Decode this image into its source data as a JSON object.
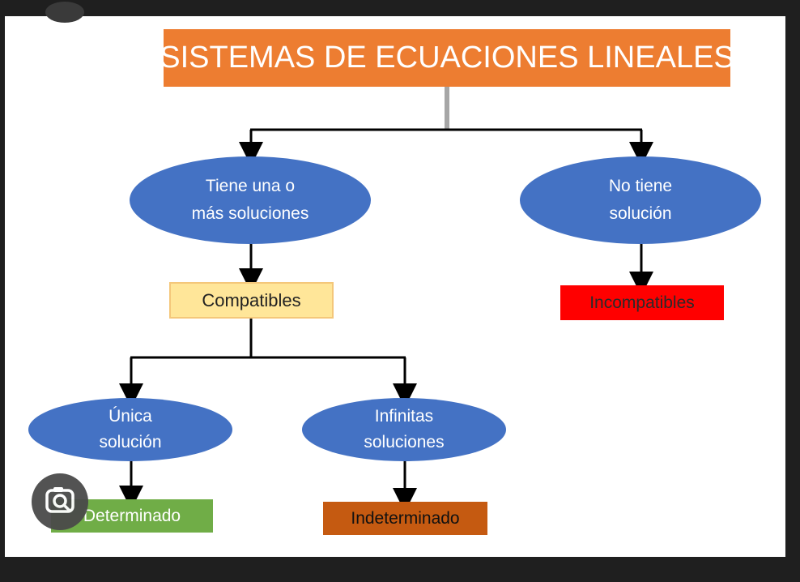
{
  "diagram": {
    "title": "SISTEMAS DE ECUACIONES LINEALES",
    "branches": {
      "has_solution": {
        "line1": "Tiene una o",
        "line2": "más soluciones",
        "result": "Compatibles",
        "sub": {
          "unique": {
            "line1": "Única",
            "line2": "solución",
            "result": "Determinado"
          },
          "infinite": {
            "line1": "Infinitas",
            "line2": "soluciones",
            "result": "Indeterminado"
          }
        }
      },
      "no_solution": {
        "line1": "No tiene",
        "line2": "solución",
        "result": "Incompatibles"
      }
    }
  },
  "colors": {
    "title_fill": "#ed7d31",
    "ellipse_fill": "#4472c4",
    "compatibles_fill": "#ffe699",
    "incompatibles_fill": "#ff0000",
    "determinado_fill": "#70ad47",
    "indeterminado_fill": "#c55a11"
  },
  "icons": {
    "overlay_button": "lens-search-icon"
  }
}
